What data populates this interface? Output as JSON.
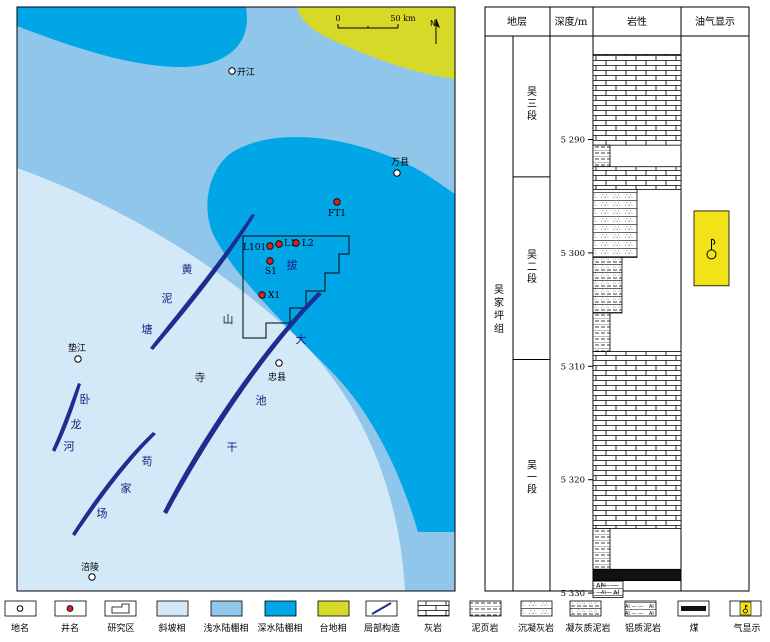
{
  "map": {
    "scale_zero": "0",
    "scale_end": "50 km",
    "north": "N",
    "places": [
      {
        "name": "开江"
      },
      {
        "name": "万县"
      },
      {
        "name": "垫江"
      },
      {
        "name": "忠县"
      },
      {
        "name": "涪陵"
      }
    ],
    "wells": [
      {
        "name": "FT1"
      },
      {
        "name": "L101"
      },
      {
        "name": "L1"
      },
      {
        "name": "L2"
      },
      {
        "name": "S1"
      },
      {
        "name": "X1"
      }
    ],
    "structures": [
      {
        "name": "黄泥塘",
        "chars": [
          "黄",
          "泥",
          "塘"
        ]
      },
      {
        "name": "寺山",
        "chars": [
          "寺",
          "山"
        ]
      },
      {
        "name": "大池干",
        "chars": [
          "大",
          "池",
          "干"
        ]
      },
      {
        "name": "卧龙河",
        "chars": [
          "卧",
          "龙",
          "河"
        ]
      },
      {
        "name": "苟家场",
        "chars": [
          "苟",
          "家",
          "场"
        ]
      },
      {
        "name": "拔",
        "chars": [
          "拔"
        ]
      }
    ],
    "colors": {
      "slope": "#d4e9f7",
      "shallow_shelf": "#8fc6ea",
      "deep_shelf": "#00a6e6",
      "platform": "#d6d927",
      "fault": "#1e2d8f",
      "well": "#d42020"
    }
  },
  "column": {
    "headers": {
      "formation": "地层",
      "depth": "深度/m",
      "lithology": "岩性",
      "show": "油气显示"
    },
    "formation_name": "吴家坪组",
    "members": [
      {
        "name": "吴三段",
        "from": 5280.6,
        "to": 5293.3
      },
      {
        "name": "吴二段",
        "from": 5293.3,
        "to": 5309.4
      },
      {
        "name": "吴一段",
        "from": 5309.4,
        "to": 5330.4
      }
    ],
    "depth_ticks": [
      {
        "label": "5 290",
        "depth": 5290
      },
      {
        "label": "5 300",
        "depth": 5300
      },
      {
        "label": "5 310",
        "depth": 5310
      },
      {
        "label": "5 320",
        "depth": 5320
      },
      {
        "label": "5 330",
        "depth": 5330
      }
    ],
    "lithology_beds": [
      {
        "type": "limestone",
        "from": 5282.5,
        "to": 5290.5
      },
      {
        "type": "mud_shale",
        "from": 5290.5,
        "to": 5292.4
      },
      {
        "type": "limestone",
        "from": 5292.4,
        "to": 5294.4
      },
      {
        "type": "tuffaceous_limestone",
        "from": 5294.4,
        "to": 5300.4
      },
      {
        "type": "tuffaceous_mudstone",
        "from": 5300.4,
        "to": 5305.3
      },
      {
        "type": "mud_shale",
        "from": 5305.3,
        "to": 5308.7
      },
      {
        "type": "limestone",
        "from": 5308.7,
        "to": 5324.3
      },
      {
        "type": "mud_shale",
        "from": 5324.3,
        "to": 5327.9
      },
      {
        "type": "coal",
        "from": 5327.9,
        "to": 5328.9
      },
      {
        "type": "bauxitic_mudstone",
        "from": 5328.9,
        "to": 5330.4
      }
    ],
    "bauxite_label_1": "Al— —",
    "bauxite_label_2": "— — Al",
    "gas_show": {
      "from": 5296.3,
      "to": 5302.9
    }
  },
  "legend": [
    {
      "key": "place",
      "label": "地名"
    },
    {
      "key": "well",
      "label": "井名"
    },
    {
      "key": "study_area",
      "label": "研究区"
    },
    {
      "key": "slope",
      "label": "斜坡相"
    },
    {
      "key": "shallow_shelf",
      "label": "浅水陆棚相"
    },
    {
      "key": "deep_shelf",
      "label": "深水陆棚相"
    },
    {
      "key": "platform",
      "label": "台地相"
    },
    {
      "key": "local_structure",
      "label": "局部构造"
    },
    {
      "key": "limestone",
      "label": "灰岩"
    },
    {
      "key": "mud_shale",
      "label": "泥页岩"
    },
    {
      "key": "tuffaceous_limestone",
      "label": "沉凝灰岩"
    },
    {
      "key": "tuffaceous_mudstone",
      "label": "凝灰质泥岩"
    },
    {
      "key": "bauxitic_mudstone",
      "label": "铝质泥岩"
    },
    {
      "key": "coal",
      "label": "煤"
    },
    {
      "key": "gas_show",
      "label": "气显示"
    }
  ]
}
